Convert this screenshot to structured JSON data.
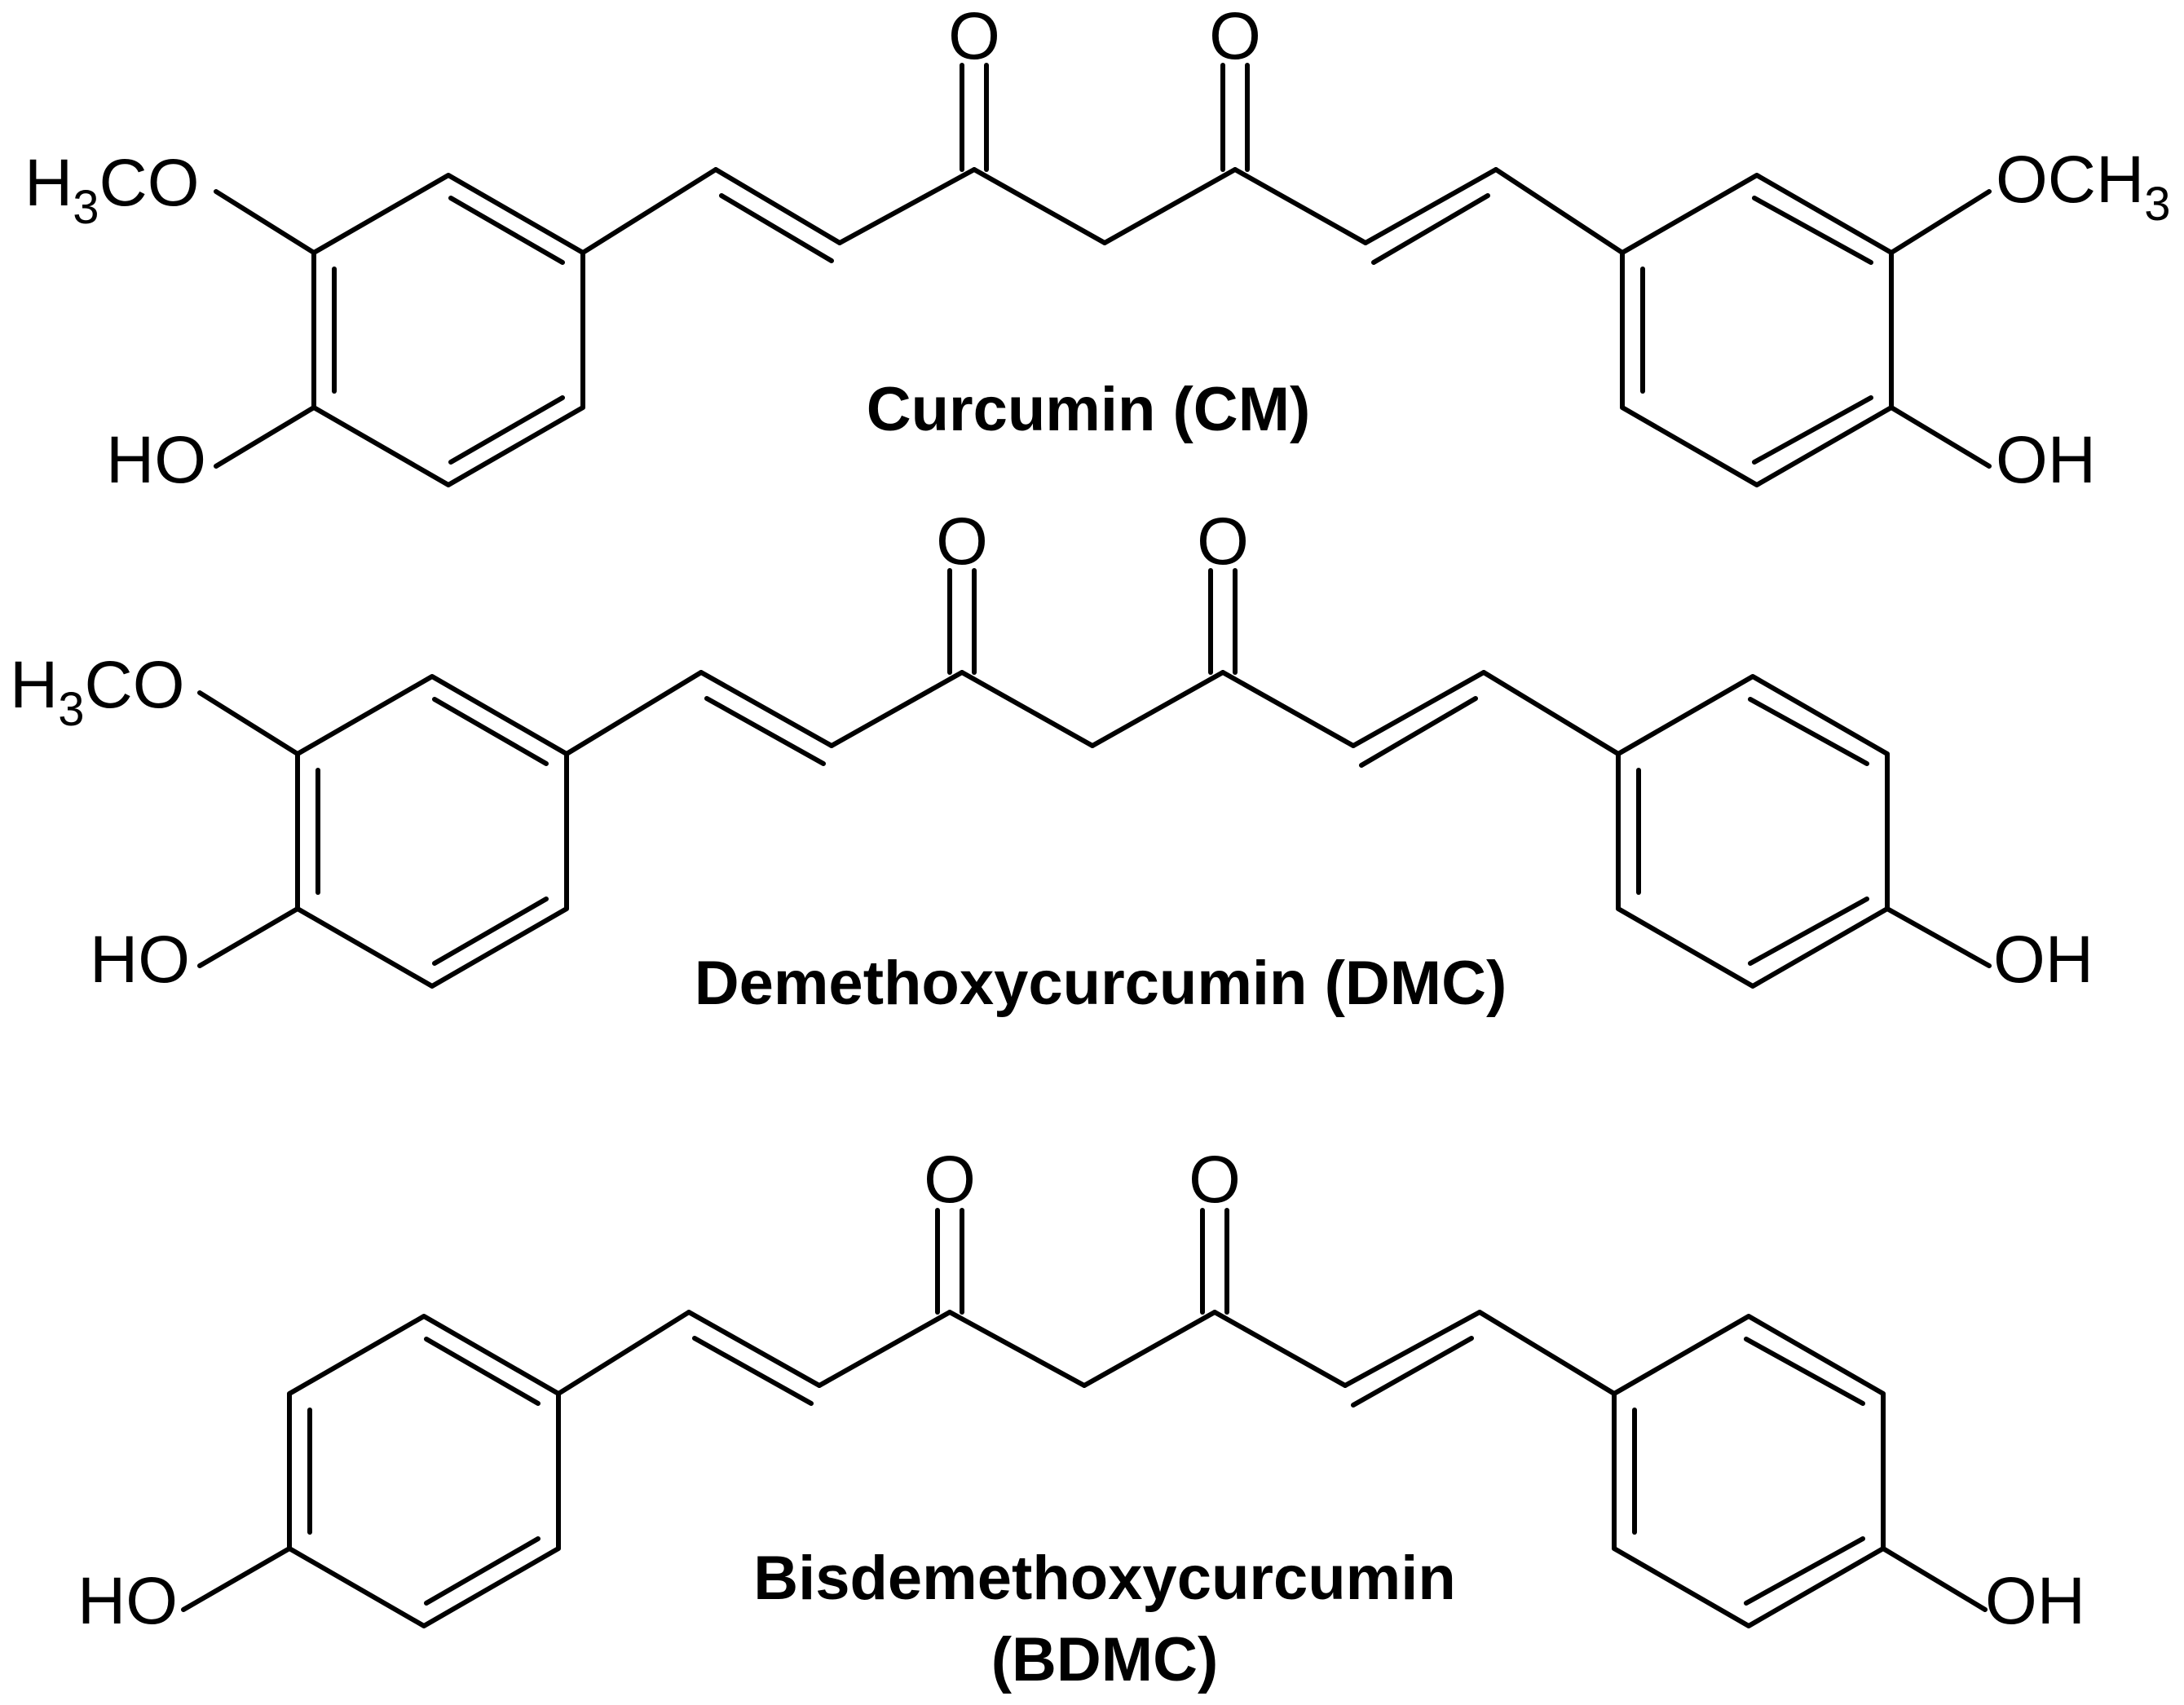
{
  "labels": {
    "oxygen": "O",
    "hydroxyl_left": "HO",
    "hydroxyl_right": "OH",
    "methoxy_left_pre": "H",
    "methoxy_left_sub": "3",
    "methoxy_left_post": "CO",
    "methoxy_right_pre": "OCH",
    "methoxy_right_sub": "3"
  },
  "compounds": [
    {
      "name": "Curcumin (CM)"
    },
    {
      "name": "Demethoxycurcumin (DMC)"
    },
    {
      "name_line1": "Bisdemethoxycurcumin",
      "name_line2": "(BDMC)"
    }
  ]
}
